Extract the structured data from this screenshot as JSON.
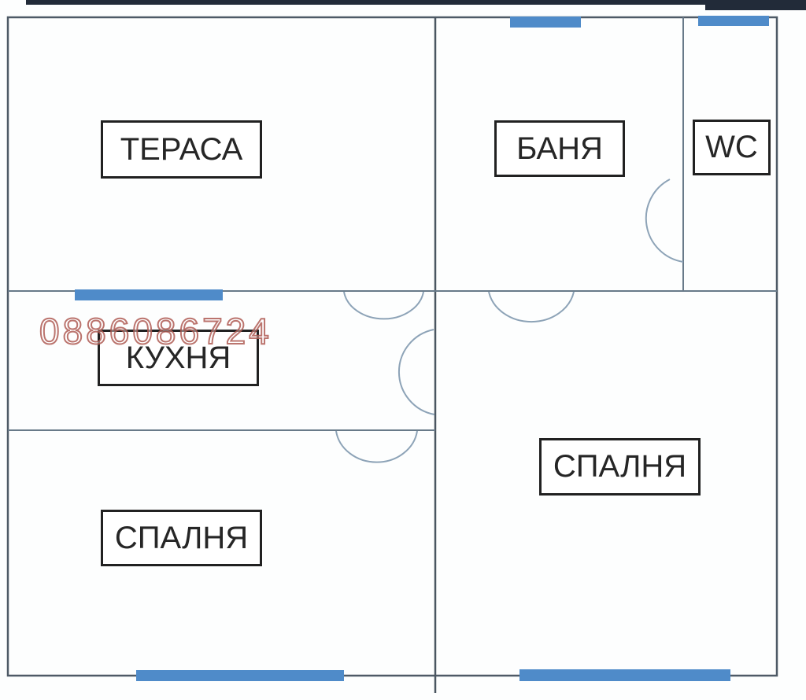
{
  "colors": {
    "paper": "#fdfefe",
    "wall_outer": "#4e5a66",
    "wall_inner": "#687a89",
    "wall_center": "#4b5661",
    "window": "#4f8bc9",
    "door_arc": "#8da3b7",
    "label_border": "#212121",
    "label_text": "#262626",
    "watermark": "#b05d55",
    "photo_edge": "#222b39"
  },
  "floor_plan": {
    "watermark_phone": "0886086724",
    "rooms": [
      {
        "id": "terasa",
        "label": "ТЕРАСА"
      },
      {
        "id": "banya",
        "label": "БАНЯ"
      },
      {
        "id": "wc",
        "label": "WC"
      },
      {
        "id": "kuhnya",
        "label": "КУХНЯ"
      },
      {
        "id": "spalnya-east",
        "label": "СПАЛНЯ"
      },
      {
        "id": "spalnya-south",
        "label": "СПАЛНЯ"
      }
    ]
  }
}
